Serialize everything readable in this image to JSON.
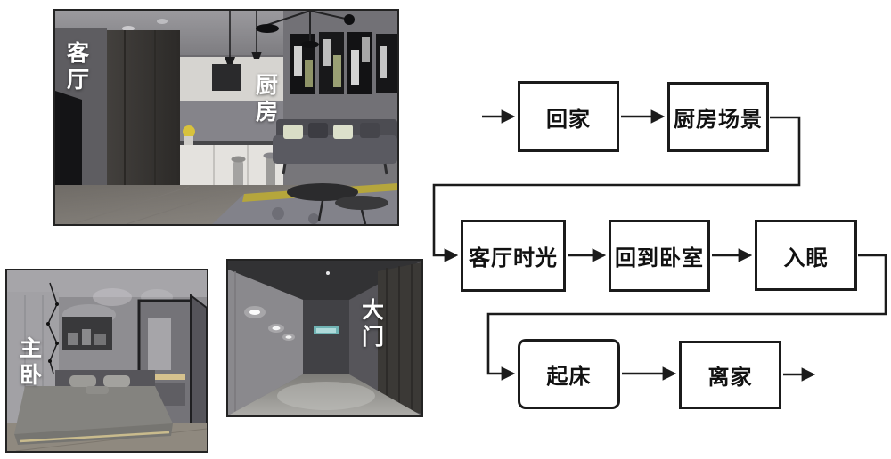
{
  "figure": {
    "background": "#ffffff",
    "line_color": "#1b1b1b",
    "box_fill": "#ffffff"
  },
  "photos": {
    "living_kitchen": {
      "name": "living-room-and-kitchen-photo",
      "label_living": "客厅",
      "label_kitchen": "厨房"
    },
    "bedroom": {
      "name": "master-bedroom-photo",
      "label": "主卧"
    },
    "entrance": {
      "name": "entrance-hallway-photo",
      "label": "大门"
    }
  },
  "flowchart": {
    "nodes": [
      {
        "id": "go_home",
        "label": "回家"
      },
      {
        "id": "kitchen_scene",
        "label": "厨房场景"
      },
      {
        "id": "living_room_time",
        "label": "客厅时光"
      },
      {
        "id": "back_to_bedroom",
        "label": "回到卧室"
      },
      {
        "id": "fall_asleep",
        "label": "入眠"
      },
      {
        "id": "wake_up",
        "label": "起床"
      },
      {
        "id": "leave_home",
        "label": "离家"
      }
    ],
    "edges": [
      {
        "from": "start",
        "to": "go_home"
      },
      {
        "from": "go_home",
        "to": "kitchen_scene"
      },
      {
        "from": "kitchen_scene",
        "to": "living_room_time"
      },
      {
        "from": "living_room_time",
        "to": "back_to_bedroom"
      },
      {
        "from": "back_to_bedroom",
        "to": "fall_asleep"
      },
      {
        "from": "fall_asleep",
        "to": "wake_up"
      },
      {
        "from": "wake_up",
        "to": "leave_home"
      },
      {
        "from": "leave_home",
        "to": "end"
      }
    ]
  }
}
